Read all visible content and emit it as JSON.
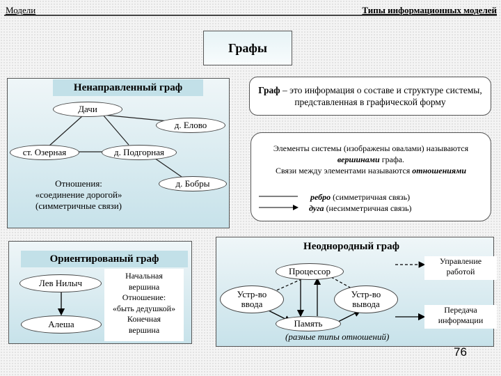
{
  "header": {
    "left": "Модели",
    "right": "Типы информационных моделей"
  },
  "title": "Графы",
  "undirected": {
    "label": "Ненаправленный граф",
    "nodes": {
      "dachi": "Дачи",
      "elovo": "д. Елово",
      "ozernaya": "ст. Озерная",
      "podgornaya": "д. Подгорная",
      "bobry": "д. Бобры"
    },
    "note": [
      "Отношения:",
      "«соединение дорогой»",
      "(симметричные связи)"
    ]
  },
  "definition": {
    "part1": "Граф",
    "part2": " – это информация о составе и структуре системы, представленная в графической форму"
  },
  "elements": {
    "line1": "Элементы системы (изображены овалами) называются",
    "line2_em": "вершинами",
    "line2_rest": " графа.",
    "line3_start": "Связи между элементами называются ",
    "line3_em": "отношениями",
    "edge_em": "ребро",
    "edge_rest": " (симметричная связь)",
    "arc_em": "дуга",
    "arc_rest": " (несимметричная связь)"
  },
  "directed": {
    "label": "Ориентированый граф",
    "nodes": {
      "lev": "Лев Нилыч",
      "alesha": "Алеша"
    },
    "note": [
      "Начальная",
      "вершина",
      "Отношение:",
      "«быть дедушкой»",
      "Конечная",
      "вершина"
    ]
  },
  "heterogeneous": {
    "label": "Неоднородный граф",
    "nodes": {
      "processor": "Процессор",
      "input": [
        "Устр-во",
        "ввода"
      ],
      "output": [
        "Устр-во",
        "вывода"
      ],
      "memory": "Память"
    },
    "caption": "(разные типы отношений)",
    "legend_control": [
      "Управление",
      "работой"
    ],
    "legend_transfer": [
      "Передача",
      "информации"
    ]
  },
  "page_number": "76"
}
